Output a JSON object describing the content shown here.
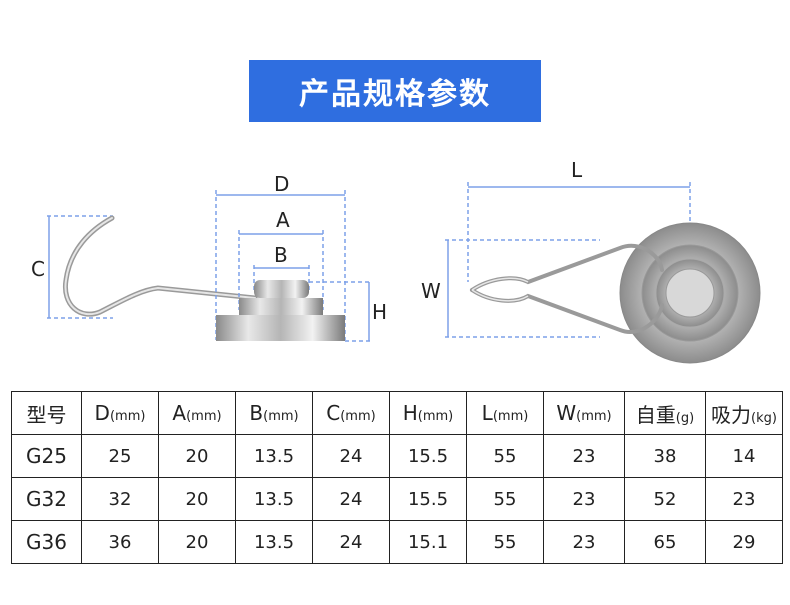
{
  "banner": {
    "title": "产品规格参数"
  },
  "diagram": {
    "labels": {
      "D": "D",
      "A": "A",
      "B": "B",
      "C": "C",
      "H": "H",
      "L": "L",
      "W": "W"
    }
  },
  "table": {
    "headers": [
      {
        "name": "型号",
        "unit": ""
      },
      {
        "name": "D",
        "unit": "(mm)"
      },
      {
        "name": "A",
        "unit": "(mm)"
      },
      {
        "name": "B",
        "unit": "(mm)"
      },
      {
        "name": "C",
        "unit": "(mm)"
      },
      {
        "name": "H",
        "unit": "(mm)"
      },
      {
        "name": "L",
        "unit": "(mm)"
      },
      {
        "name": "W",
        "unit": "(mm)"
      },
      {
        "name": "自重",
        "unit": "(g)"
      },
      {
        "name": "吸力",
        "unit": "(kg)"
      }
    ],
    "rows": [
      [
        "G25",
        "25",
        "20",
        "13.5",
        "24",
        "15.5",
        "55",
        "23",
        "38",
        "14"
      ],
      [
        "G32",
        "32",
        "20",
        "13.5",
        "24",
        "15.5",
        "55",
        "23",
        "52",
        "23"
      ],
      [
        "G36",
        "36",
        "20",
        "13.5",
        "24",
        "15.1",
        "55",
        "23",
        "65",
        "29"
      ]
    ]
  }
}
